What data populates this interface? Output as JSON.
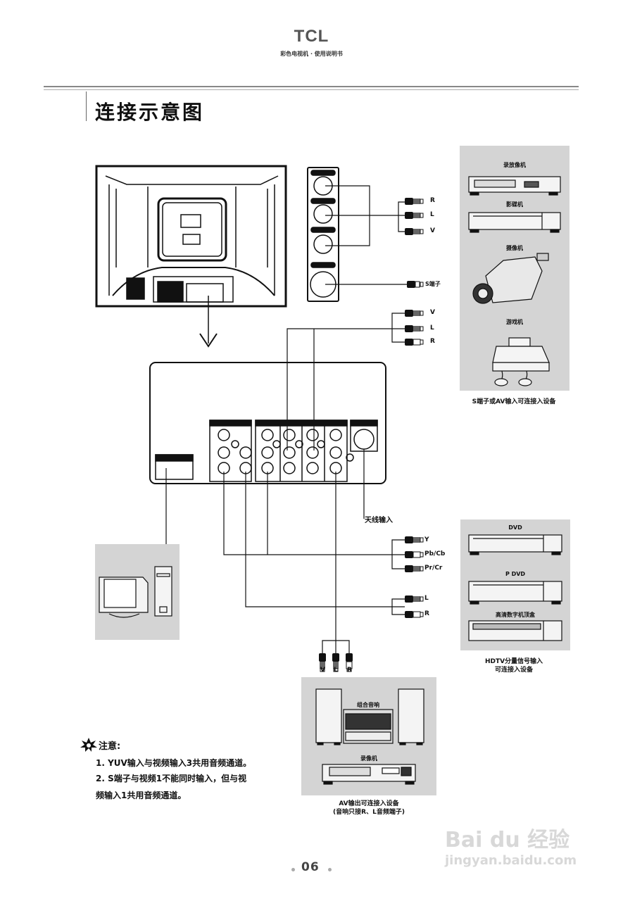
{
  "header": {
    "brand": "TCL",
    "subtitle": "彩色电视机 · 使用说明书"
  },
  "page_title": "连接示意图",
  "side_panel": {
    "connector_labels": [
      "R",
      "L",
      "V"
    ],
    "s_terminal_label": "S端子"
  },
  "rear_av_cables": {
    "labels": [
      "V",
      "L",
      "R"
    ]
  },
  "antenna_label": "天线输入",
  "ypbpr_cables": {
    "labels": [
      "Y",
      "Pb/Cb",
      "Pr/Cr"
    ]
  },
  "audio_cables": {
    "labels": [
      "L",
      "R"
    ]
  },
  "av_out_cables": {
    "labels": [
      "V",
      "L",
      "R"
    ]
  },
  "device_groups": {
    "s_av_input": {
      "devices": [
        "录放像机",
        "影碟机",
        "摄像机",
        "游戏机"
      ],
      "caption": "S端子或AV输入可连接入设备"
    },
    "hdtv_input": {
      "devices": [
        "DVD",
        "P DVD",
        "高清数字机顶盒"
      ],
      "caption_line1": "HDTV分量信号输入",
      "caption_line2": "可连接入设备"
    },
    "av_output": {
      "devices": [
        "组合音响",
        "录像机"
      ],
      "caption_line1": "AV输出可连接入设备",
      "caption_line2": "(音响只接R、L音频端子)"
    }
  },
  "notes": {
    "title": "注意:",
    "items": [
      "1. YUV输入与视频输入3共用音频通道。",
      "2. S端子与视频1不能同时输入，但与视",
      "频输入1共用音频通道。"
    ]
  },
  "page_number": "06",
  "watermark": {
    "logo": "Bai du 经验",
    "url": "jingyan.baidu.com"
  }
}
